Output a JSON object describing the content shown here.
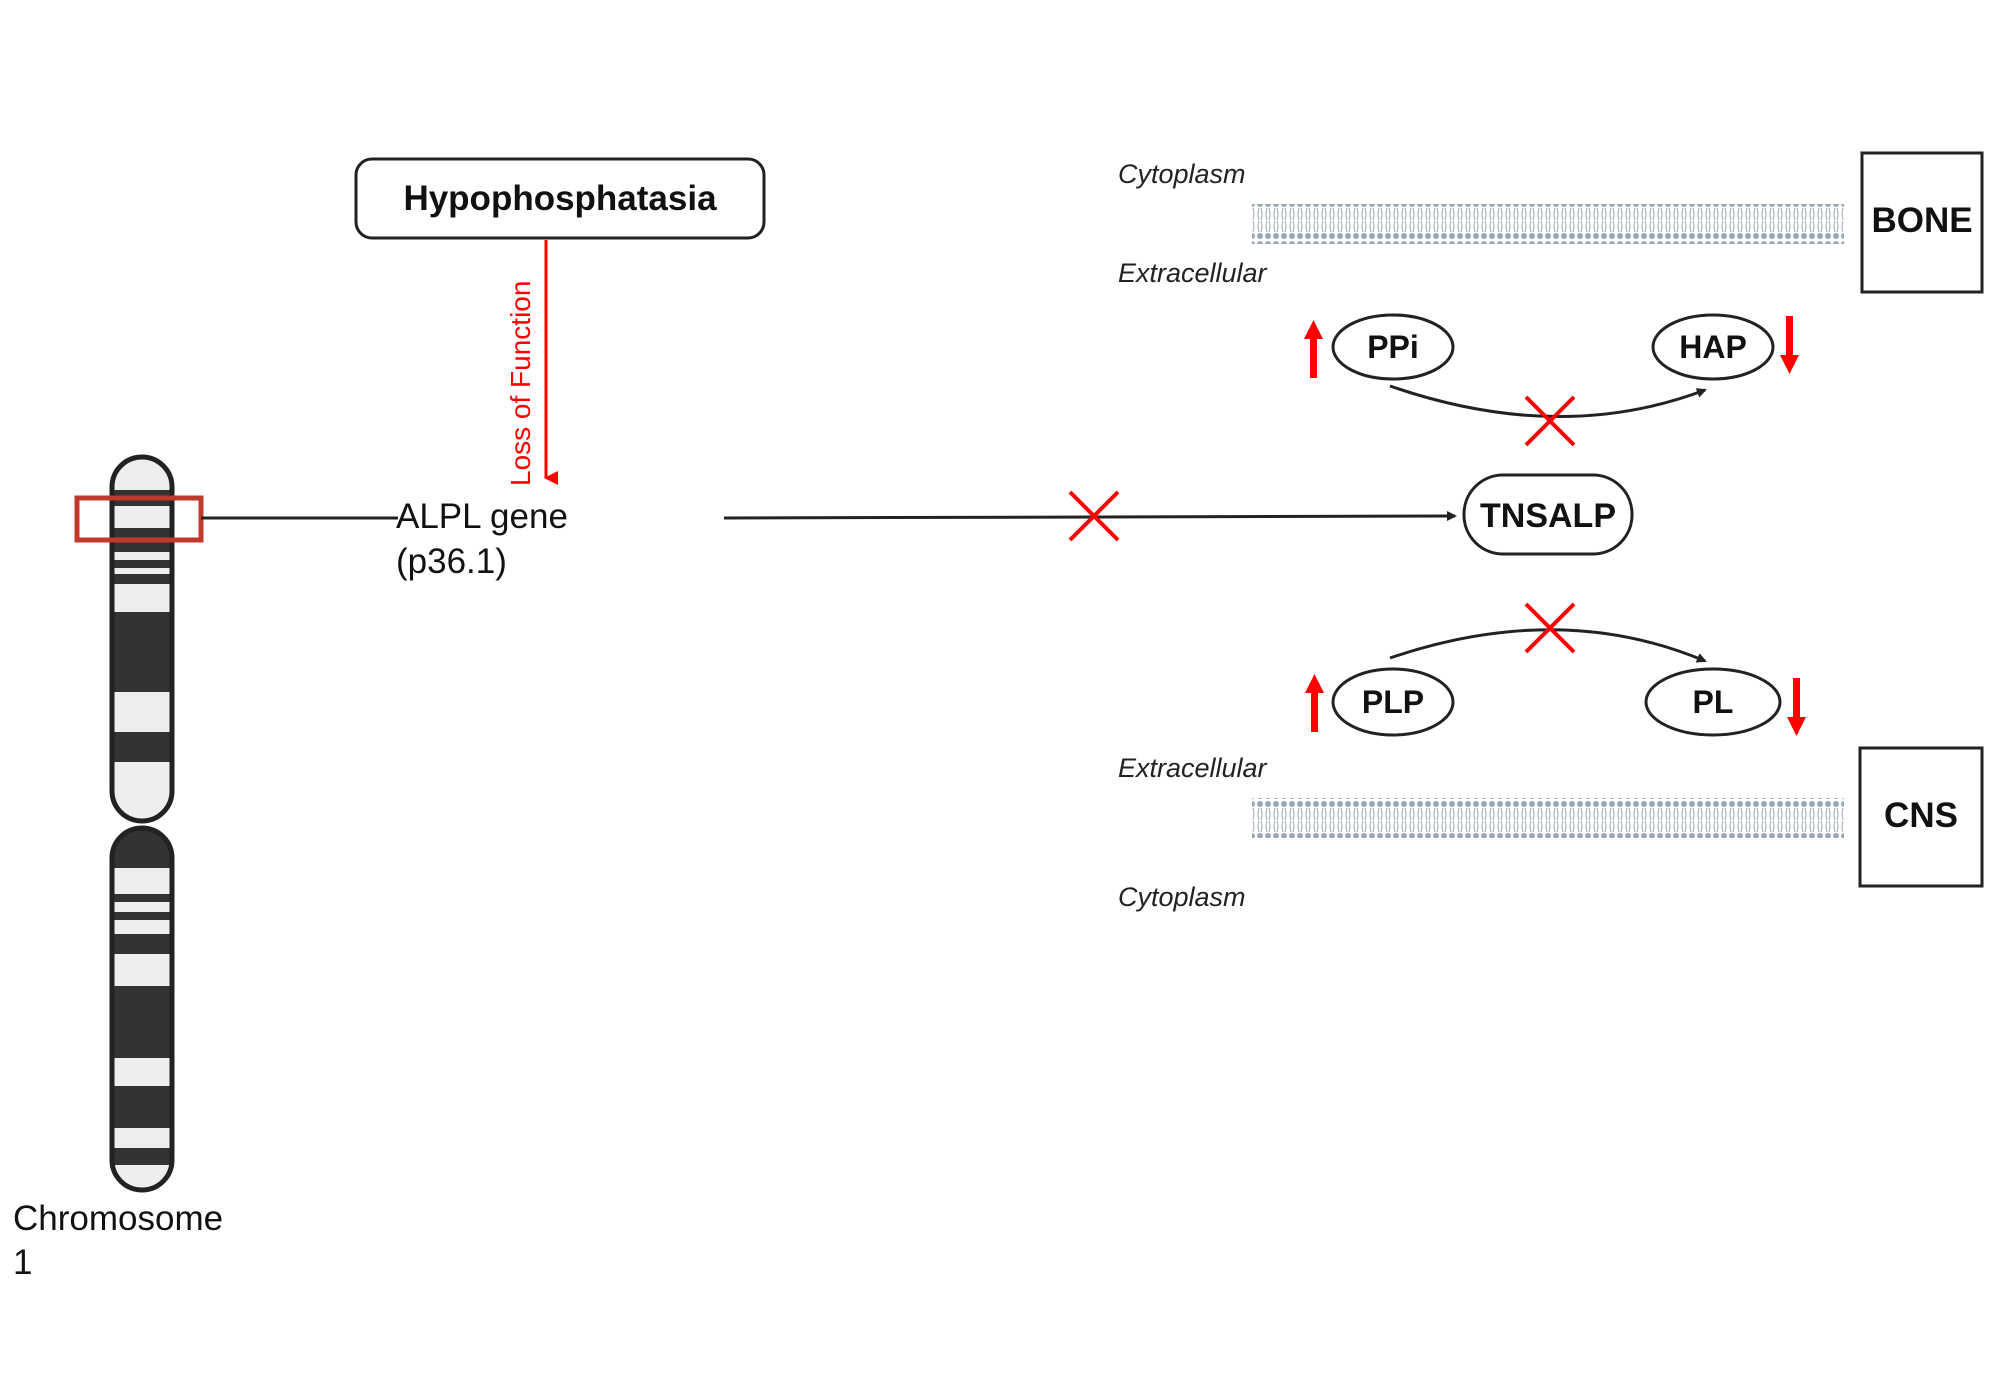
{
  "title": "Hypophosphatasia",
  "relation_label": "Loss of Function",
  "gene": {
    "name": "ALPL gene",
    "locus": "(p36.1)"
  },
  "chromosome": {
    "line1": "Chromosome",
    "line2": "1"
  },
  "enzyme": "TNSALP",
  "bone_panel": {
    "tissue": "BONE",
    "inner": "Cytoplasm",
    "outer": "Extracellular",
    "substrate": {
      "label": "PPi",
      "change": "up"
    },
    "product": {
      "label": "HAP",
      "change": "down"
    }
  },
  "cns_panel": {
    "tissue": "CNS",
    "inner": "Cytoplasm",
    "outer": "Extracellular",
    "substrate": {
      "label": "PLP",
      "change": "up"
    },
    "product": {
      "label": "PL",
      "change": "down"
    }
  },
  "colors": {
    "accent": "#ff0000",
    "highlight_box": "#c0392b",
    "band_dark": "#333333",
    "band_light": "#eeeeee",
    "membrane": "#9aa7b5"
  }
}
